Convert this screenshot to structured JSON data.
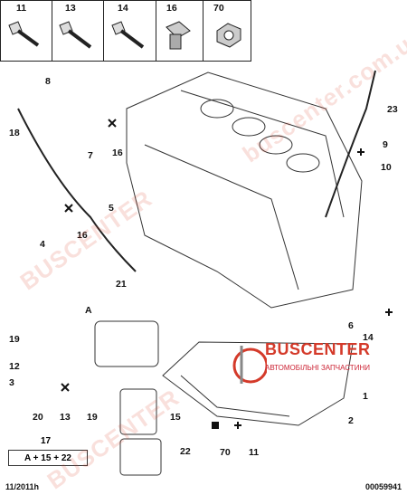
{
  "part_boxes": [
    "11",
    "13",
    "14",
    "16",
    "70"
  ],
  "callouts": {
    "c8": "8",
    "c7": "7",
    "c16a": "16",
    "c18": "18",
    "c23": "23",
    "c9": "9",
    "c10": "10",
    "c5": "5",
    "c4": "4",
    "c16b": "16",
    "c21": "21",
    "cA": "A",
    "c19a": "19",
    "c12": "12",
    "c3": "3",
    "c20": "20",
    "c13": "13",
    "c19b": "19",
    "c15": "15",
    "c17": "17",
    "c22": "22",
    "c70": "70",
    "c11": "11",
    "c2": "2",
    "c1": "1",
    "c6": "6",
    "c14": "14"
  },
  "legend": {
    "number": "17",
    "formula": "A + 15 + 22"
  },
  "footer": {
    "date": "11/2011h",
    "ref": "00059941"
  },
  "watermark": {
    "brand": "BUSCENTER",
    "site": "buscenter.com.ua",
    "tagline": "АВТОМОБІЛЬНІ ЗАПЧАСТИНИ"
  },
  "colors": {
    "line": "#1a1a1a",
    "accent": "#d43a2a"
  }
}
